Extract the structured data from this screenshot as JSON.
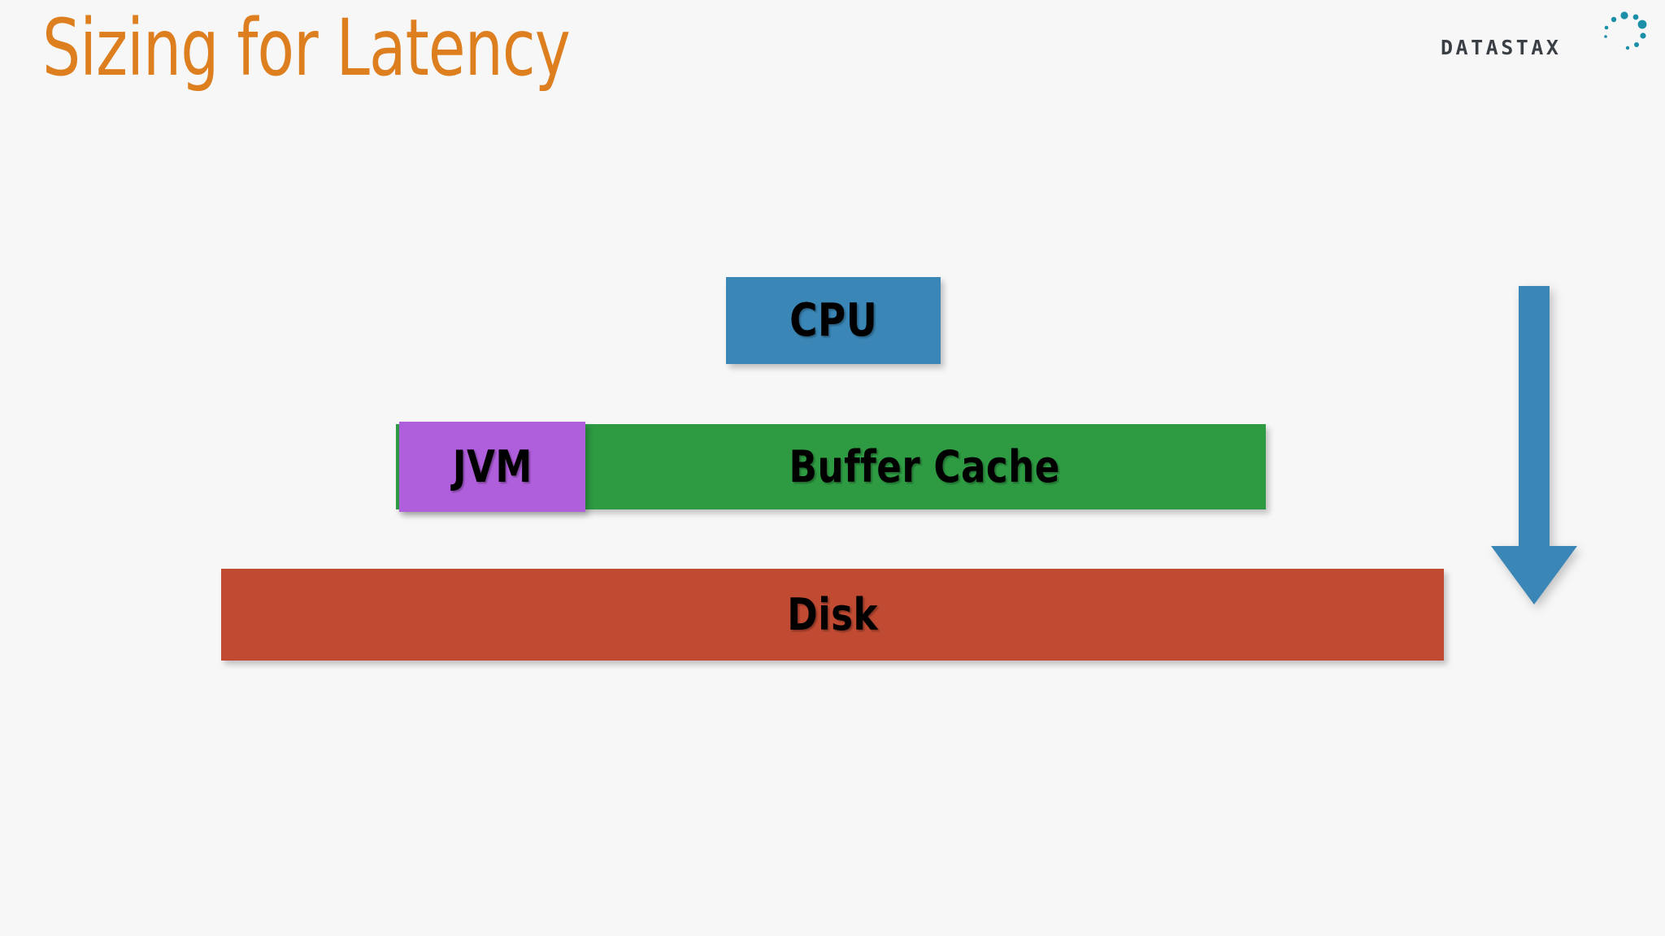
{
  "slide": {
    "title": "Sizing for Latency",
    "background_color": "#f7f7f8",
    "title_color": "#DD7E1F"
  },
  "logo": {
    "name": "datastax-logo",
    "wordmark": "DATASTAX",
    "wordmark_color": "#3A3F45",
    "dots_color": "#1B8FA8"
  },
  "diagram": {
    "blocks": [
      {
        "id": "cpu",
        "label": "CPU",
        "color": "#3A86B6",
        "row": "top"
      },
      {
        "id": "jvm",
        "label": "JVM",
        "color": "#B05FDC",
        "row": "middle"
      },
      {
        "id": "buffer-cache",
        "label": "Buffer Cache",
        "color": "#2E9B43",
        "row": "middle"
      },
      {
        "id": "disk",
        "label": "Disk",
        "color": "#C04A32",
        "row": "bottom"
      }
    ],
    "arrow": {
      "id": "latency-arrow",
      "direction": "down",
      "color": "#3A86B6"
    }
  }
}
